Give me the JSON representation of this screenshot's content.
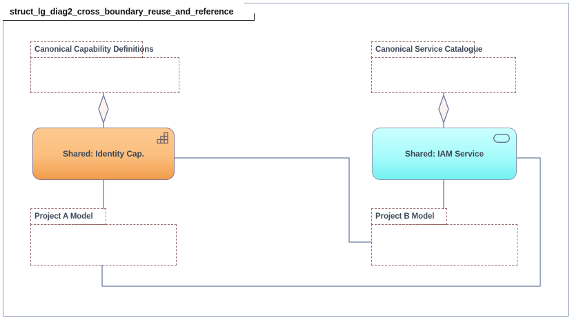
{
  "diagram": {
    "title": "struct_lg_diag2_cross_boundary_reuse_and_reference",
    "frame_border_color": "#8a9ab5",
    "background": "#ffffff"
  },
  "packages": [
    {
      "id": "canonical-capability-definitions",
      "label": "Canonical Capability Definitions",
      "border_color": "#9a6b6b",
      "style": "dashed"
    },
    {
      "id": "canonical-service-catalogue",
      "label": "Canonical Service Catalogue",
      "border_color": "#9a6b6b",
      "style": "dashed"
    },
    {
      "id": "project-a-model",
      "label": "Project A Model",
      "border_color": "#9a6b6b",
      "style": "dashed"
    },
    {
      "id": "project-b-model",
      "label": "Project B Model",
      "border_color": "#9a6b6b",
      "style": "dashed"
    }
  ],
  "nodes": [
    {
      "id": "shared-identity-cap",
      "label": "Shared: Identity Cap.",
      "fill_top": "#fcc990",
      "fill_bottom": "#f19d4c",
      "border_color": "#8c7a86",
      "icon": "capability-icon"
    },
    {
      "id": "shared-iam-service",
      "label": "Shared: IAM Service",
      "fill_top": "#caffff",
      "fill_bottom": "#74f2f2",
      "border_color": "#8a9ab5",
      "icon": "service-icon"
    }
  ],
  "connectors": [
    {
      "id": "identity-cap-to-capability-definitions",
      "from": "shared-identity-cap",
      "to": "canonical-capability-definitions",
      "arrow": "hollow-diamond",
      "color": "#6b7ca0"
    },
    {
      "id": "iam-service-to-service-catalogue",
      "from": "shared-iam-service",
      "to": "canonical-service-catalogue",
      "arrow": "hollow-diamond",
      "color": "#6b7ca0"
    },
    {
      "id": "identity-cap-to-project-a-model",
      "from": "shared-identity-cap",
      "to": "project-a-model",
      "arrow": "none",
      "color": "#6b7ca0"
    },
    {
      "id": "iam-service-to-project-b-model",
      "from": "shared-iam-service",
      "to": "project-b-model",
      "arrow": "none",
      "color": "#6b7ca0"
    },
    {
      "id": "identity-cap-to-project-b-model",
      "from": "shared-identity-cap",
      "to": "project-b-model",
      "arrow": "none",
      "color": "#6b7ca0"
    },
    {
      "id": "project-a-model-to-iam-service",
      "from": "project-a-model",
      "to": "shared-iam-service",
      "arrow": "none",
      "color": "#6b7ca0"
    }
  ]
}
